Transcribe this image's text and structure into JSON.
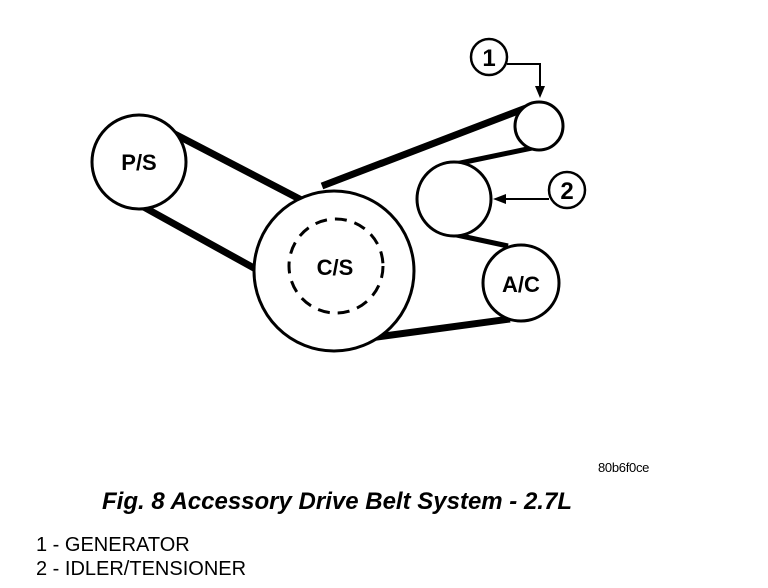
{
  "pulleys": {
    "ps": "P/S",
    "cs": "C/S",
    "ac": "A/C"
  },
  "callouts": {
    "one": "1",
    "two": "2"
  },
  "reference_code": "80b6f0ce",
  "figure_title": "Fig. 8 Accessory Drive Belt System - 2.7L",
  "legend": [
    "1 - GENERATOR",
    "2 - IDLER/TENSIONER"
  ],
  "colors": {
    "line": "#000000",
    "background": "#ffffff"
  }
}
